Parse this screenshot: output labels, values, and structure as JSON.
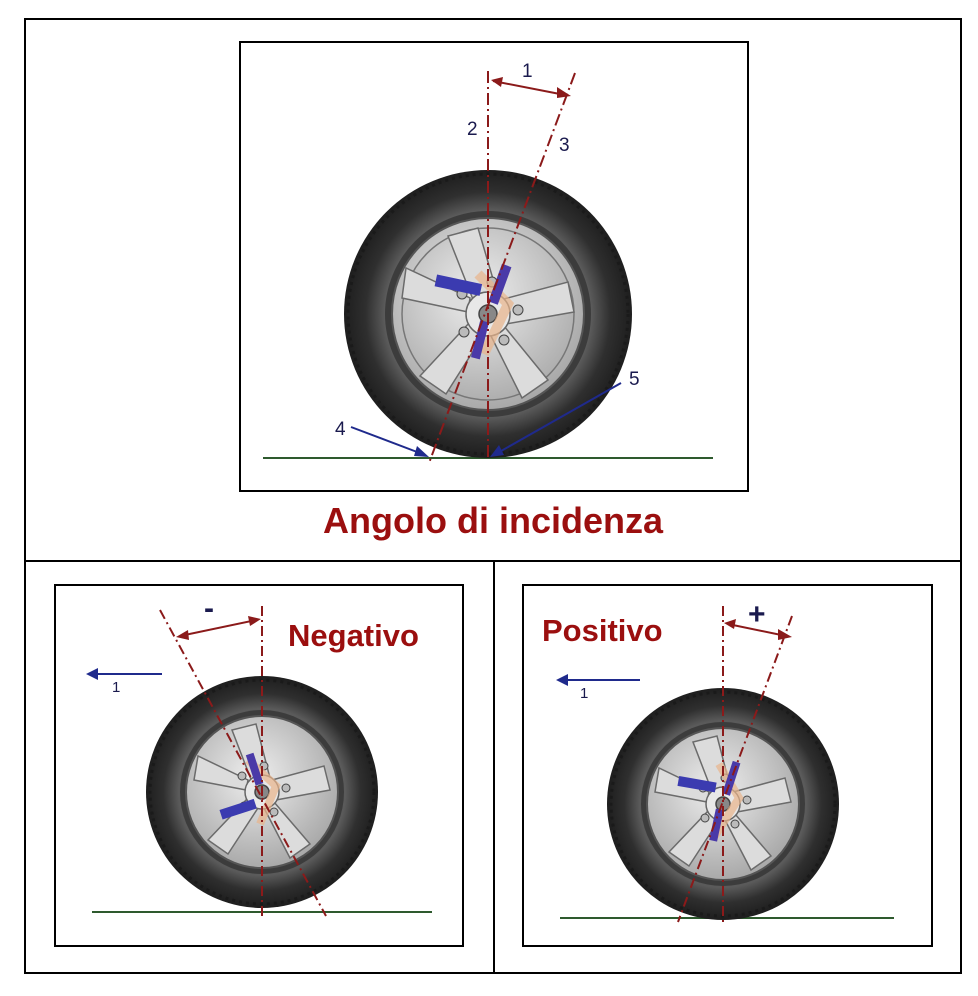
{
  "main": {
    "title": "Angolo di incidenza",
    "callouts": [
      "1",
      "2",
      "3",
      "4",
      "5"
    ]
  },
  "negative": {
    "title": "Negativo",
    "sign": "-",
    "direction_label": "1"
  },
  "positive": {
    "title": "Positivo",
    "sign": "+",
    "direction_label": "1"
  },
  "colors": {
    "title_red": "#9b0f0f",
    "axis_red": "#8b1a1a",
    "label_navy": "#1a1a4e",
    "arrow_blue": "#1f2a8c",
    "ground_green": "#2e5a2e",
    "tire_dark": "#3a3a3a",
    "rim_light": "#cfcfcf"
  }
}
